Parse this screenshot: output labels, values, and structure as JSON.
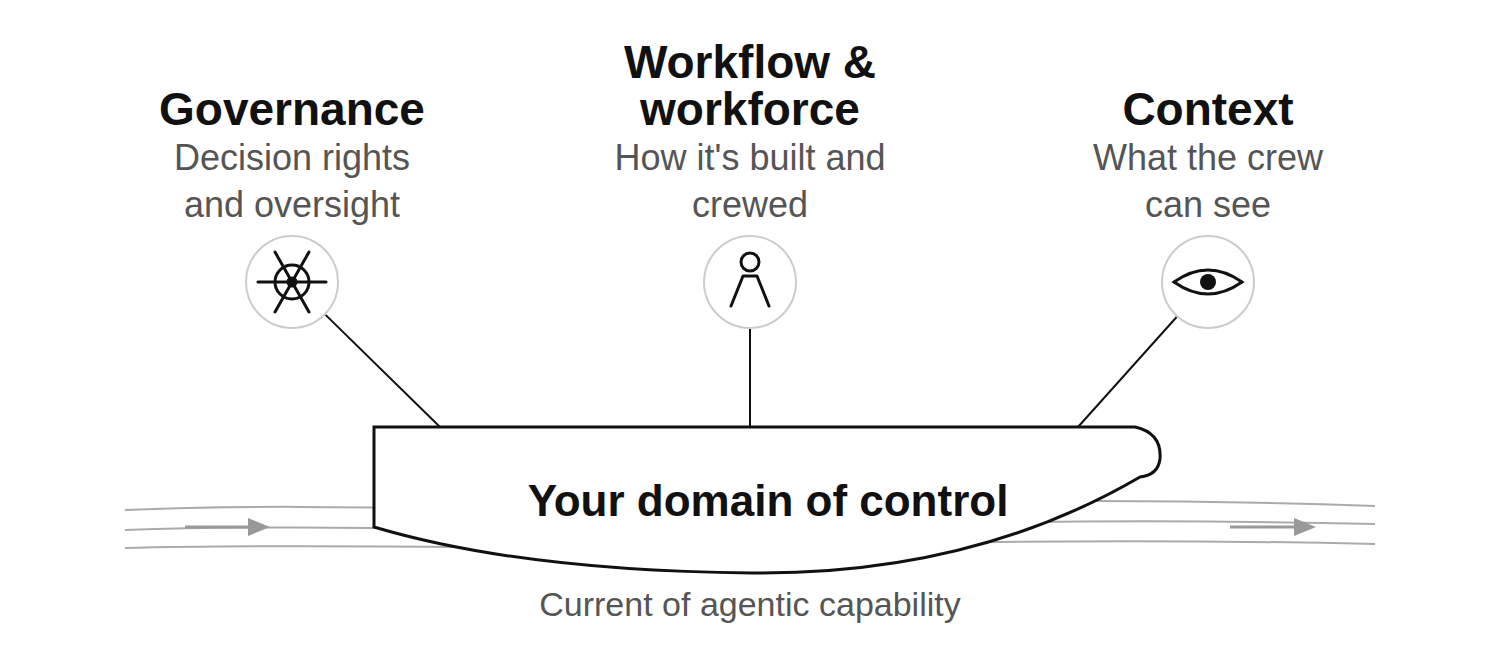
{
  "diagram": {
    "nodes": [
      {
        "text": [
          "Governance",
          "Decision rights and oversight"
        ]
      },
      {
        "text": [
          "Workflow & workforce",
          "How it's built and crewed"
        ]
      },
      {
        "text": [
          "Context",
          "What the crew can see"
        ]
      },
      {
        "text": [
          "Your domain of control"
        ]
      }
    ],
    "edges": [
      {
        "from": 0,
        "to": 3,
        "arrow": "none"
      },
      {
        "from": 1,
        "to": 3,
        "arrow": "none"
      },
      {
        "from": 2,
        "to": 3,
        "arrow": "none"
      }
    ],
    "labels": [
      "Current of agentic capability"
    ]
  }
}
